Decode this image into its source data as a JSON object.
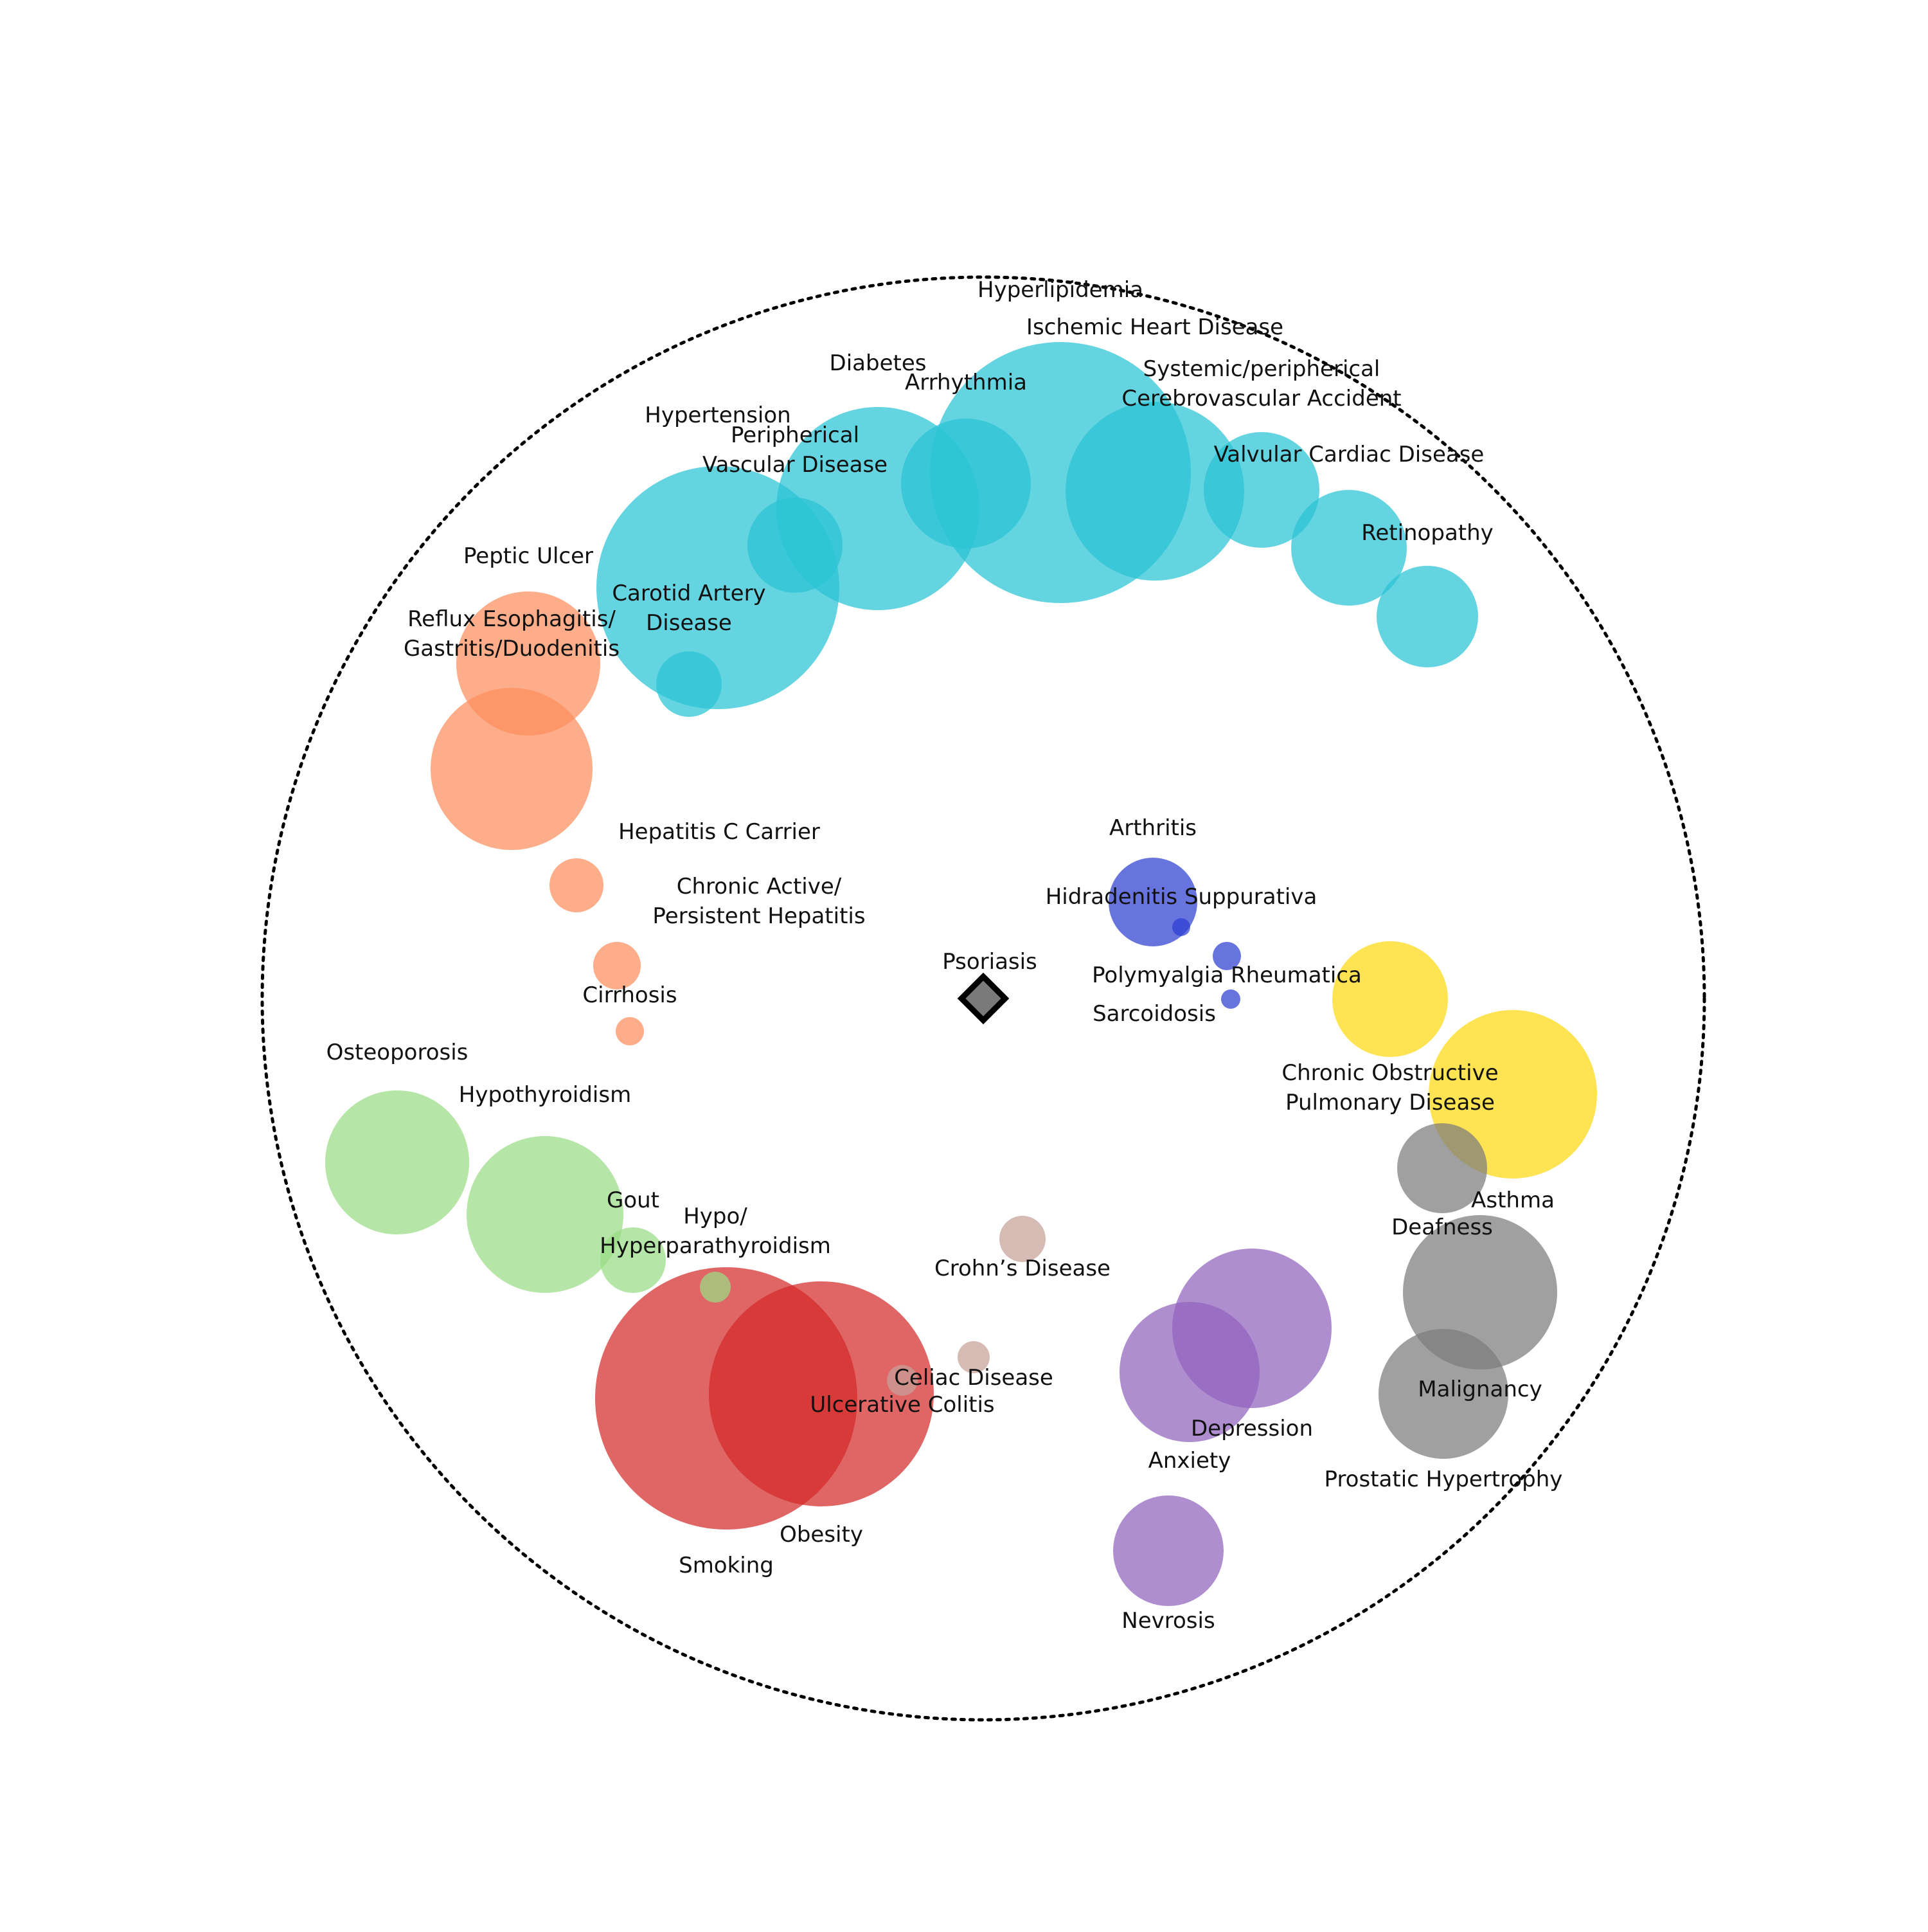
{
  "center_marker": {
    "label": "Psoriasis",
    "fill": "#7a7a7a",
    "stroke": "#000000"
  },
  "groups": {
    "cardiovascular": "#29C4D5",
    "digestive": "#FC8E5B",
    "immune": "#2E3FD1",
    "respiratory": "#FDD80F",
    "sensory_oncology": "#7B7B7B",
    "endocrine": "#98DD85",
    "lifestyle": "#D42A2A",
    "intestinal": "#C6A199",
    "mental": "#9062BE"
  },
  "conditions": [
    {
      "id": "hyperlipidemia",
      "label": "Hyperlipidemia",
      "group": "cardiovascular"
    },
    {
      "id": "ischemic-heart-disease",
      "label": "Ischemic Heart Disease",
      "group": "cardiovascular"
    },
    {
      "id": "diabetes",
      "label": "Diabetes",
      "group": "cardiovascular"
    },
    {
      "id": "arrhythmia",
      "label": "Arrhythmia",
      "group": "cardiovascular"
    },
    {
      "id": "systemic-peripherical-cva",
      "label": "Systemic/peripherical\nCerebrovascular Accident",
      "group": "cardiovascular"
    },
    {
      "id": "hypertension",
      "label": "Hypertension",
      "group": "cardiovascular"
    },
    {
      "id": "peripherical-vascular-disease",
      "label": "Peripherical\nVascular Disease",
      "group": "cardiovascular"
    },
    {
      "id": "valvular-cardiac-disease",
      "label": "Valvular Cardiac Disease",
      "group": "cardiovascular"
    },
    {
      "id": "retinopathy",
      "label": "Retinopathy",
      "group": "cardiovascular"
    },
    {
      "id": "carotid-artery-disease",
      "label": "Carotid Artery\nDisease",
      "group": "cardiovascular"
    },
    {
      "id": "peptic-ulcer",
      "label": "Peptic Ulcer",
      "group": "digestive"
    },
    {
      "id": "reflux-esophagitis",
      "label": "Reflux Esophagitis/\nGastritis/Duodenitis",
      "group": "digestive"
    },
    {
      "id": "hepatitis-c-carrier",
      "label": "Hepatitis C Carrier",
      "group": "digestive"
    },
    {
      "id": "chronic-active-hepatitis",
      "label": "Chronic Active/\nPersistent Hepatitis",
      "group": "digestive"
    },
    {
      "id": "cirrhosis",
      "label": "Cirrhosis",
      "group": "digestive"
    },
    {
      "id": "arthritis",
      "label": "Arthritis",
      "group": "immune"
    },
    {
      "id": "hidradenitis-suppurativa",
      "label": "Hidradenitis Suppurativa",
      "group": "immune"
    },
    {
      "id": "polymyalgia-rheumatica",
      "label": "Polymyalgia Rheumatica",
      "group": "immune"
    },
    {
      "id": "sarcoidosis",
      "label": "Sarcoidosis",
      "group": "immune"
    },
    {
      "id": "copd",
      "label": "Chronic Obstructive\nPulmonary Disease",
      "group": "respiratory"
    },
    {
      "id": "asthma",
      "label": "Asthma",
      "group": "respiratory"
    },
    {
      "id": "deafness",
      "label": "Deafness",
      "group": "sensory_oncology"
    },
    {
      "id": "malignancy",
      "label": "Malignancy",
      "group": "sensory_oncology"
    },
    {
      "id": "prostatic-hypertrophy",
      "label": "Prostatic Hypertrophy",
      "group": "sensory_oncology"
    },
    {
      "id": "osteoporosis",
      "label": "Osteoporosis",
      "group": "endocrine"
    },
    {
      "id": "hypothyroidism",
      "label": "Hypothyroidism",
      "group": "endocrine"
    },
    {
      "id": "gout",
      "label": "Gout",
      "group": "endocrine"
    },
    {
      "id": "hypo-hyperparathyroidism",
      "label": "Hypo/\nHyperparathyroidism",
      "group": "endocrine"
    },
    {
      "id": "smoking",
      "label": "Smoking",
      "group": "lifestyle"
    },
    {
      "id": "obesity",
      "label": "Obesity",
      "group": "lifestyle"
    },
    {
      "id": "crohns-disease",
      "label": "Crohn’s Disease",
      "group": "intestinal"
    },
    {
      "id": "celiac-disease",
      "label": "Celiac Disease",
      "group": "intestinal"
    },
    {
      "id": "ulcerative-colitis",
      "label": "Ulcerative Colitis",
      "group": "intestinal"
    },
    {
      "id": "depression",
      "label": "Depression",
      "group": "mental"
    },
    {
      "id": "anxiety",
      "label": "Anxiety",
      "group": "mental"
    },
    {
      "id": "nevrosis",
      "label": "Nevrosis",
      "group": "mental"
    }
  ]
}
